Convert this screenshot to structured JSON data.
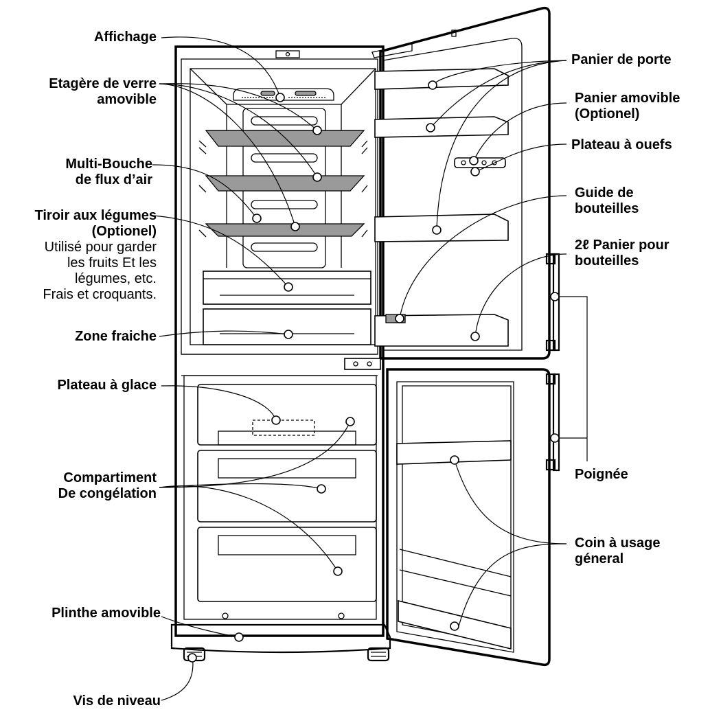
{
  "labels": {
    "affichage": "Affichage",
    "etagere_1": "Etagère de verre",
    "etagere_2": "amovible",
    "multi_bouche_1": "Multi-Bouche",
    "multi_bouche_2": "de flux d’air",
    "tiroir_1": "Tiroir aux légumes",
    "tiroir_2": "(Optionel)",
    "tiroir_desc_1": "Utilisé pour garder",
    "tiroir_desc_2": "les fruits Et les",
    "tiroir_desc_3": "légumes, etc.",
    "tiroir_desc_4": "Frais et croquants.",
    "zone_fraiche": "Zone fraiche",
    "plateau_glace": "Plateau à glace",
    "compartiment_1": "Compartiment",
    "compartiment_2": "De congélation",
    "plinthe": "Plinthe amovible",
    "vis": "Vis de niveau",
    "panier_porte": "Panier de porte",
    "panier_amovible_1": "Panier amovible",
    "panier_amovible_2": "(Optionel)",
    "plateau_oeufs": "Plateau à ouefs",
    "guide_1": "Guide de",
    "guide_2": "bouteilles",
    "panier_bouteilles_1": "2ℓ Panier pour",
    "panier_bouteilles_2": "bouteilles",
    "poignee": "Poignée",
    "coin_1": "Coin à usage",
    "coin_2": "géneral"
  }
}
